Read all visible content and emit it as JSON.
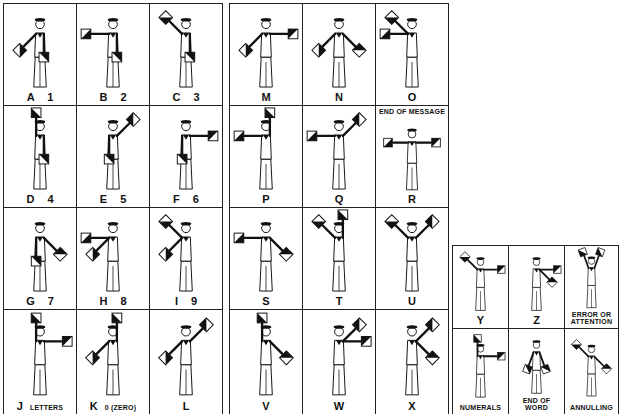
{
  "diagram": {
    "nodes": [
      {
        "text": [
          "A 1"
        ]
      },
      {
        "text": [
          "B 2"
        ]
      },
      {
        "text": [
          "C 3"
        ]
      },
      {
        "text": [
          "D 4"
        ]
      },
      {
        "text": [
          "E 5"
        ]
      },
      {
        "text": [
          "F 6"
        ]
      },
      {
        "text": [
          "G 7"
        ]
      },
      {
        "text": [
          "H 8"
        ]
      },
      {
        "text": [
          "I 9"
        ]
      },
      {
        "text": [
          "J",
          "LETTERS"
        ]
      },
      {
        "text": [
          "K",
          "0 (ZERO)"
        ]
      },
      {
        "text": [
          "L"
        ]
      },
      {
        "text": [
          "M"
        ]
      },
      {
        "text": [
          "N"
        ]
      },
      {
        "text": [
          "O"
        ]
      },
      {
        "text": [
          "P"
        ]
      },
      {
        "text": [
          "Q"
        ]
      },
      {
        "text": [
          "END OF MESSAGE",
          "R"
        ]
      },
      {
        "text": [
          "S"
        ]
      },
      {
        "text": [
          "T"
        ]
      },
      {
        "text": [
          "U"
        ]
      },
      {
        "text": [
          "V"
        ]
      },
      {
        "text": [
          "W"
        ]
      },
      {
        "text": [
          "X"
        ]
      },
      {
        "text": [
          "Y"
        ]
      },
      {
        "text": [
          "Z"
        ]
      },
      {
        "text": [
          "ERROR OR ATTENTION"
        ]
      },
      {
        "text": [
          "NUMERALS"
        ]
      },
      {
        "text": [
          "END OF WORD"
        ]
      },
      {
        "text": [
          "ANNULLING"
        ]
      }
    ]
  }
}
